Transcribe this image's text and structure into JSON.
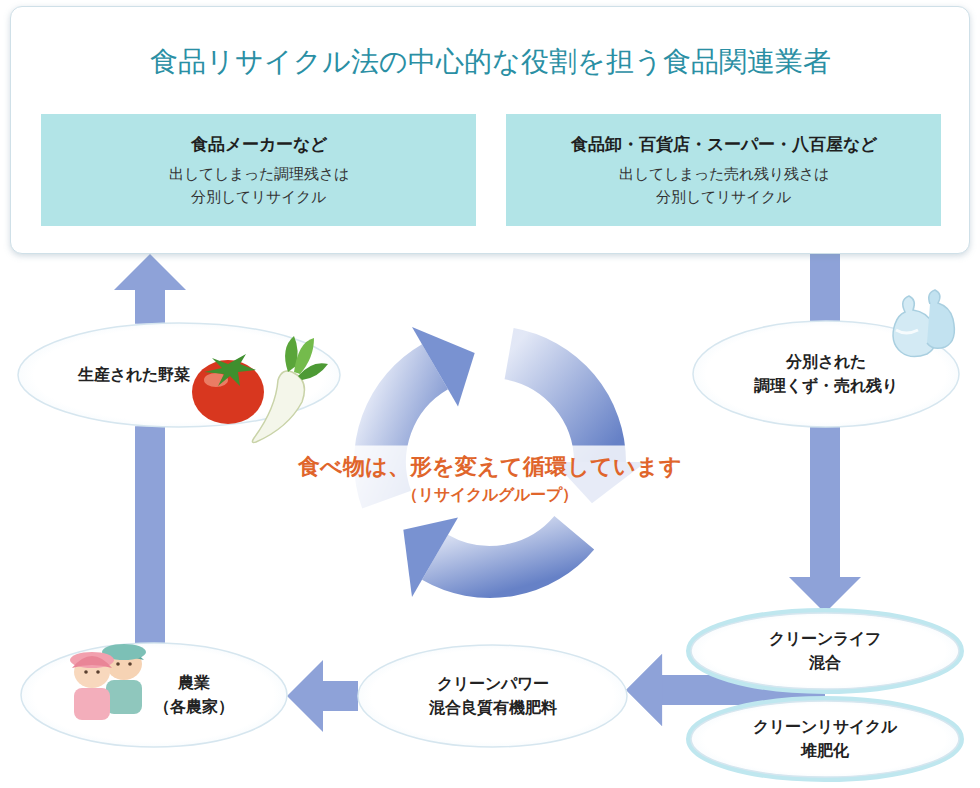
{
  "diagram": {
    "nodes": [
      {
        "text": [
          "食品リサイクル法の中心的な役割を担う食品関連業者"
        ]
      },
      {
        "text": [
          "食品メーカーなど",
          "出してしまった調理残さは 分別してリサイクル"
        ],
        "in": 0
      },
      {
        "text": [
          "食品卸・百貨店・スーパー・八百屋など",
          "出してしまった売れ残り残さは 分別してリサイクル"
        ],
        "in": 0
      },
      {
        "text": [
          "分別された 調理くず・売れ残り"
        ]
      },
      {
        "text": [
          "クリーンライフ 混合"
        ]
      },
      {
        "text": [
          "クリーンリサイクル 堆肥化"
        ]
      },
      {
        "text": [
          "クリーンパワー 混合良質有機肥料"
        ]
      },
      {
        "text": [
          "農業 （各農家）"
        ]
      },
      {
        "text": [
          "生産された野菜"
        ]
      }
    ],
    "edges": [
      {
        "from": 0,
        "to": 3,
        "arrow": "none"
      },
      {
        "from": 3,
        "to": 4,
        "arrow": "to"
      },
      {
        "from": 4,
        "to": 6,
        "arrow": "to"
      },
      {
        "from": 5,
        "to": 6,
        "arrow": "to"
      },
      {
        "from": 6,
        "to": 7,
        "arrow": "to"
      },
      {
        "from": 7,
        "to": 8,
        "arrow": "none"
      },
      {
        "from": 8,
        "to": 0,
        "arrow": "to"
      }
    ],
    "labels": [
      "食べ物は、形を変えて循環しています",
      "（リサイクルグループ）"
    ]
  }
}
